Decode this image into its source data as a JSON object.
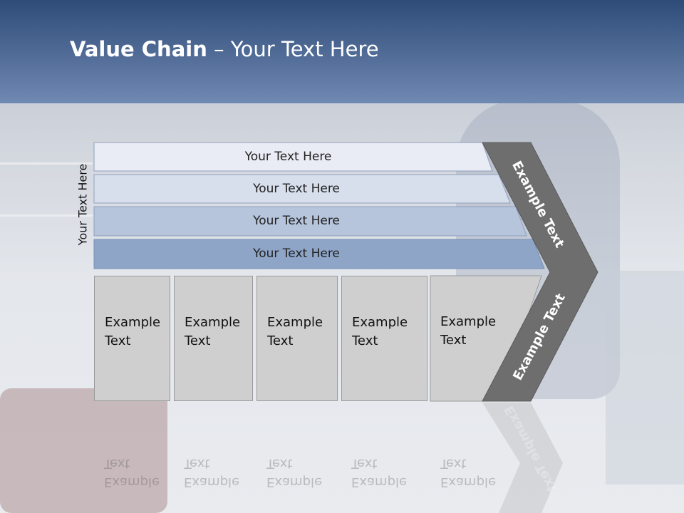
{
  "title": {
    "bold": "Value Chain",
    "rest": " – Your Text Here"
  },
  "side_label": "Your Text Here",
  "bars": [
    {
      "label": "Your Text Here",
      "color": "#e9ecf4"
    },
    {
      "label": "Your Text Here",
      "color": "#d8dfec"
    },
    {
      "label": "Your Text Here",
      "color": "#b6c4dc"
    },
    {
      "label": "Your Text Here",
      "color": "#8ea5c8"
    }
  ],
  "columns": [
    {
      "line1": "Example",
      "line2": "Text"
    },
    {
      "line1": "Example",
      "line2": "Text"
    },
    {
      "line1": "Example",
      "line2": "Text"
    },
    {
      "line1": "Example",
      "line2": "Text"
    },
    {
      "line1": "Example",
      "line2": "Text"
    }
  ],
  "arrow": {
    "upper_text": "Example Text",
    "lower_text": "Example Text",
    "color": "#6e6e6e"
  }
}
